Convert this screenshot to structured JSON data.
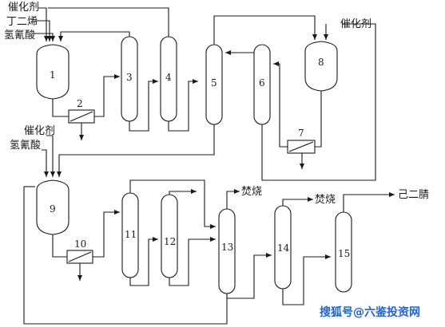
{
  "diagram": {
    "feed_labels_top": [
      "催化剂",
      "丁二烯",
      "氢氰酸"
    ],
    "feed_labels_mid": [
      "催化剂",
      "氢氰酸"
    ],
    "catalyst_label_right": "催化剂",
    "burn_label_1": "焚烧",
    "burn_label_2": "焚烧",
    "product_label": "己二腈",
    "units": [
      "1",
      "2",
      "3",
      "4",
      "5",
      "6",
      "7",
      "8",
      "9",
      "10",
      "11",
      "12",
      "13",
      "14",
      "15"
    ]
  },
  "watermark": {
    "text": "搜狐号@六鉴投资网"
  }
}
